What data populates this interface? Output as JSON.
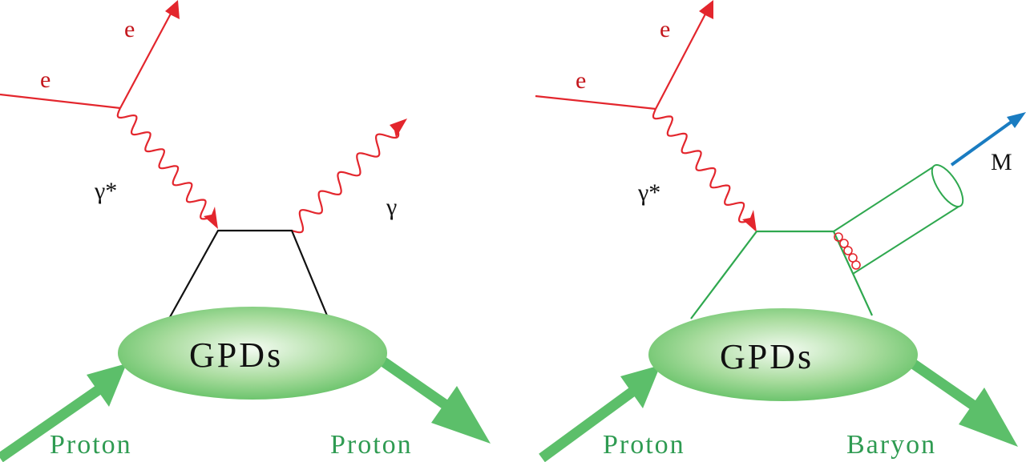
{
  "diagrams": [
    {
      "name": "left",
      "labels": {
        "e_in": "e",
        "e_out": "e",
        "virtual_photon": "γ*",
        "real_photon": "γ",
        "blob": "GPDs",
        "proton_in": "Proton",
        "proton_out": "Proton"
      }
    },
    {
      "name": "right",
      "labels": {
        "e_in": "e",
        "e_out": "e",
        "virtual_photon": "γ*",
        "meson": "M",
        "blob": "GPDs",
        "proton_in": "Proton",
        "baryon_out": "Baryon"
      }
    }
  ],
  "colors": {
    "lepton": "#e3262d",
    "photon": "#e3262d",
    "quark_left": "#111111",
    "quark_right": "#2fa84f",
    "hadron": "#5cbf6a",
    "meson_arrow": "#1a7cc1",
    "label_green": "#2f9b52"
  }
}
